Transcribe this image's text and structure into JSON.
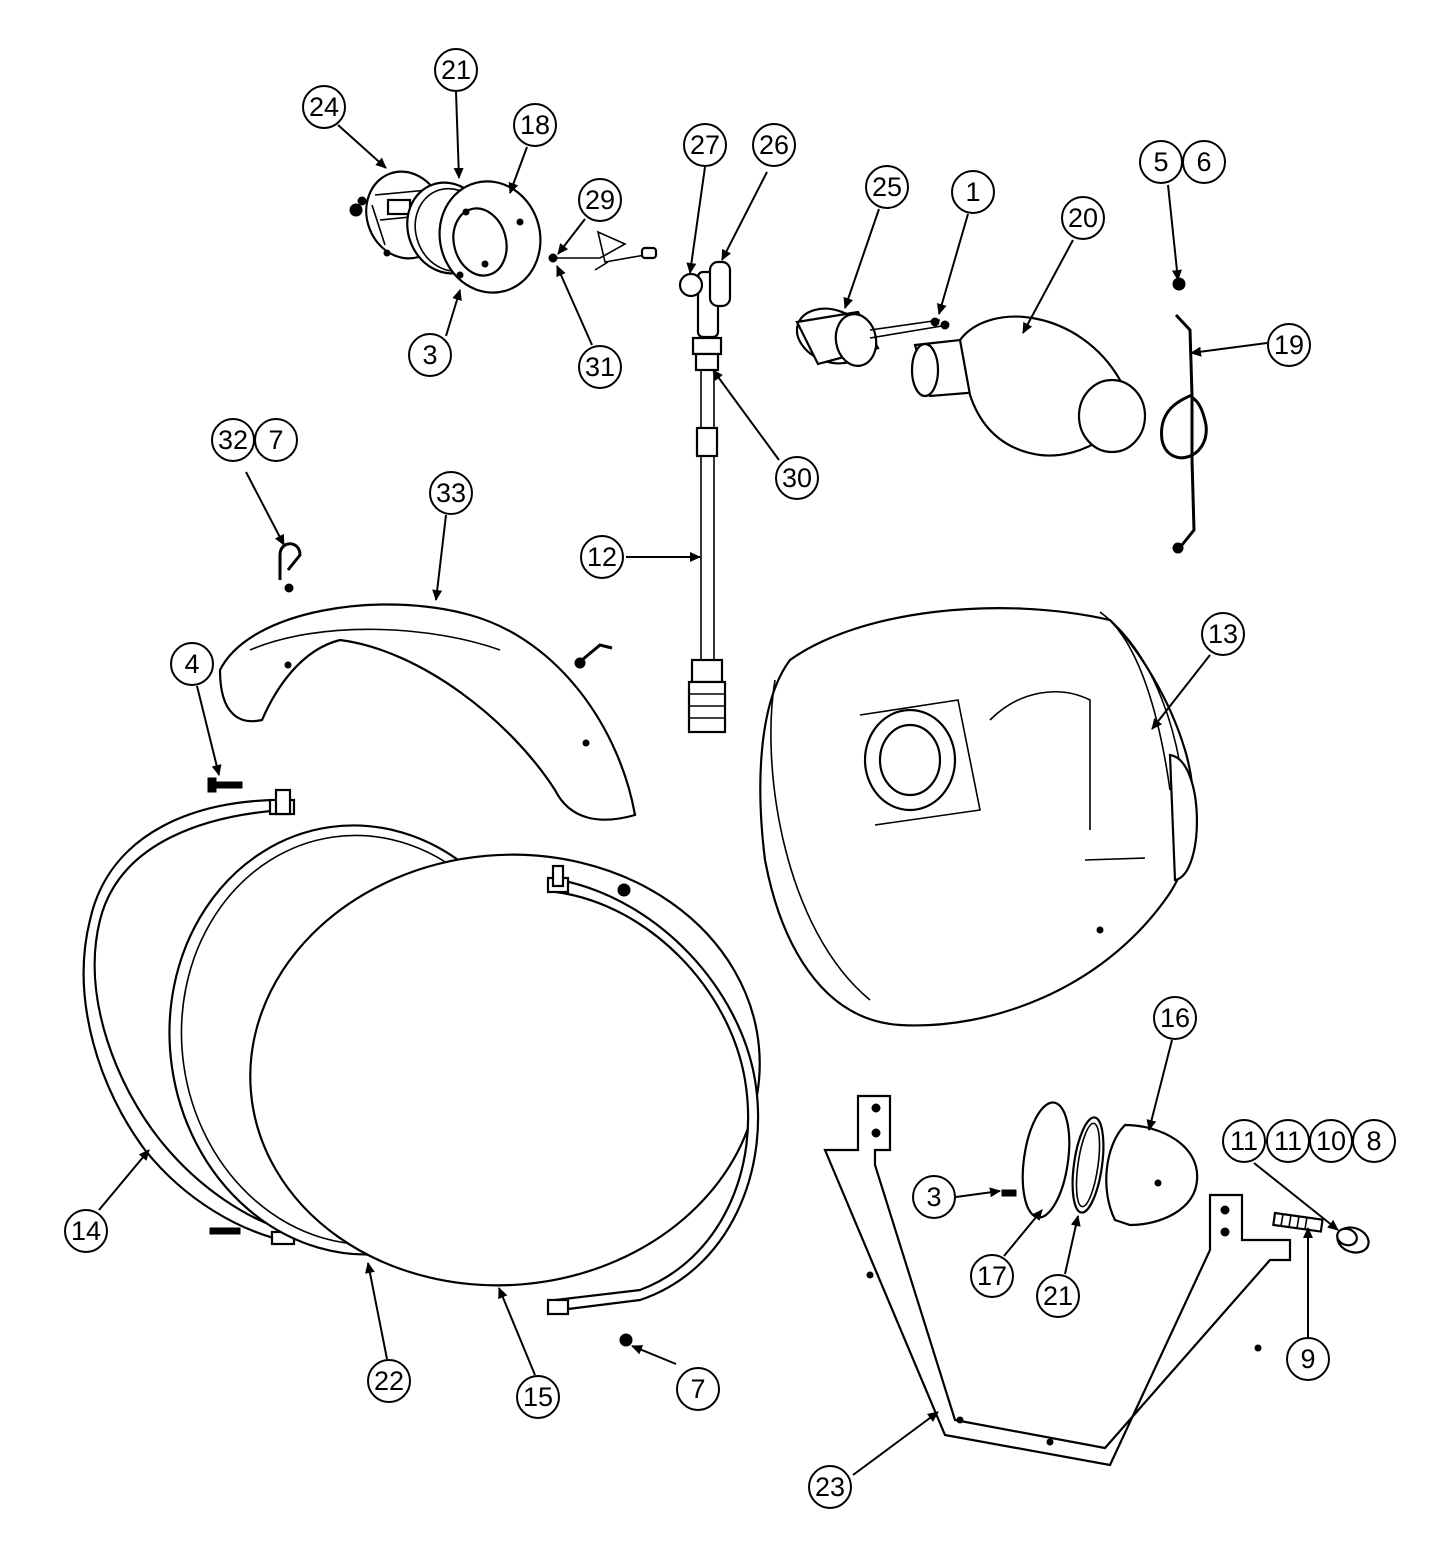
{
  "colors": {
    "line": "#000000",
    "background": "#ffffff"
  },
  "callouts": [
    {
      "id": "c24",
      "label": "24"
    },
    {
      "id": "c21a",
      "label": "21"
    },
    {
      "id": "c18",
      "label": "18"
    },
    {
      "id": "c29",
      "label": "29"
    },
    {
      "id": "c3a",
      "label": "3"
    },
    {
      "id": "c31",
      "label": "31"
    },
    {
      "id": "c27",
      "label": "27"
    },
    {
      "id": "c26",
      "label": "26"
    },
    {
      "id": "c30",
      "label": "30"
    },
    {
      "id": "c12",
      "label": "12"
    },
    {
      "id": "c25",
      "label": "25"
    },
    {
      "id": "c1",
      "label": "1"
    },
    {
      "id": "c20",
      "label": "20"
    },
    {
      "id": "c5",
      "label": "5"
    },
    {
      "id": "c6",
      "label": "6"
    },
    {
      "id": "c19",
      "label": "19"
    },
    {
      "id": "c32",
      "label": "32"
    },
    {
      "id": "c7a",
      "label": "7"
    },
    {
      "id": "c33",
      "label": "33"
    },
    {
      "id": "c4",
      "label": "4"
    },
    {
      "id": "c13",
      "label": "13"
    },
    {
      "id": "c16",
      "label": "16"
    },
    {
      "id": "c3b",
      "label": "3"
    },
    {
      "id": "c17",
      "label": "17"
    },
    {
      "id": "c21b",
      "label": "21"
    },
    {
      "id": "c11a",
      "label": "11"
    },
    {
      "id": "c11b",
      "label": "11"
    },
    {
      "id": "c10",
      "label": "10"
    },
    {
      "id": "c8",
      "label": "8"
    },
    {
      "id": "c9",
      "label": "9"
    },
    {
      "id": "c14",
      "label": "14"
    },
    {
      "id": "c22",
      "label": "22"
    },
    {
      "id": "c15",
      "label": "15"
    },
    {
      "id": "c7b",
      "label": "7"
    },
    {
      "id": "c23",
      "label": "23"
    }
  ]
}
